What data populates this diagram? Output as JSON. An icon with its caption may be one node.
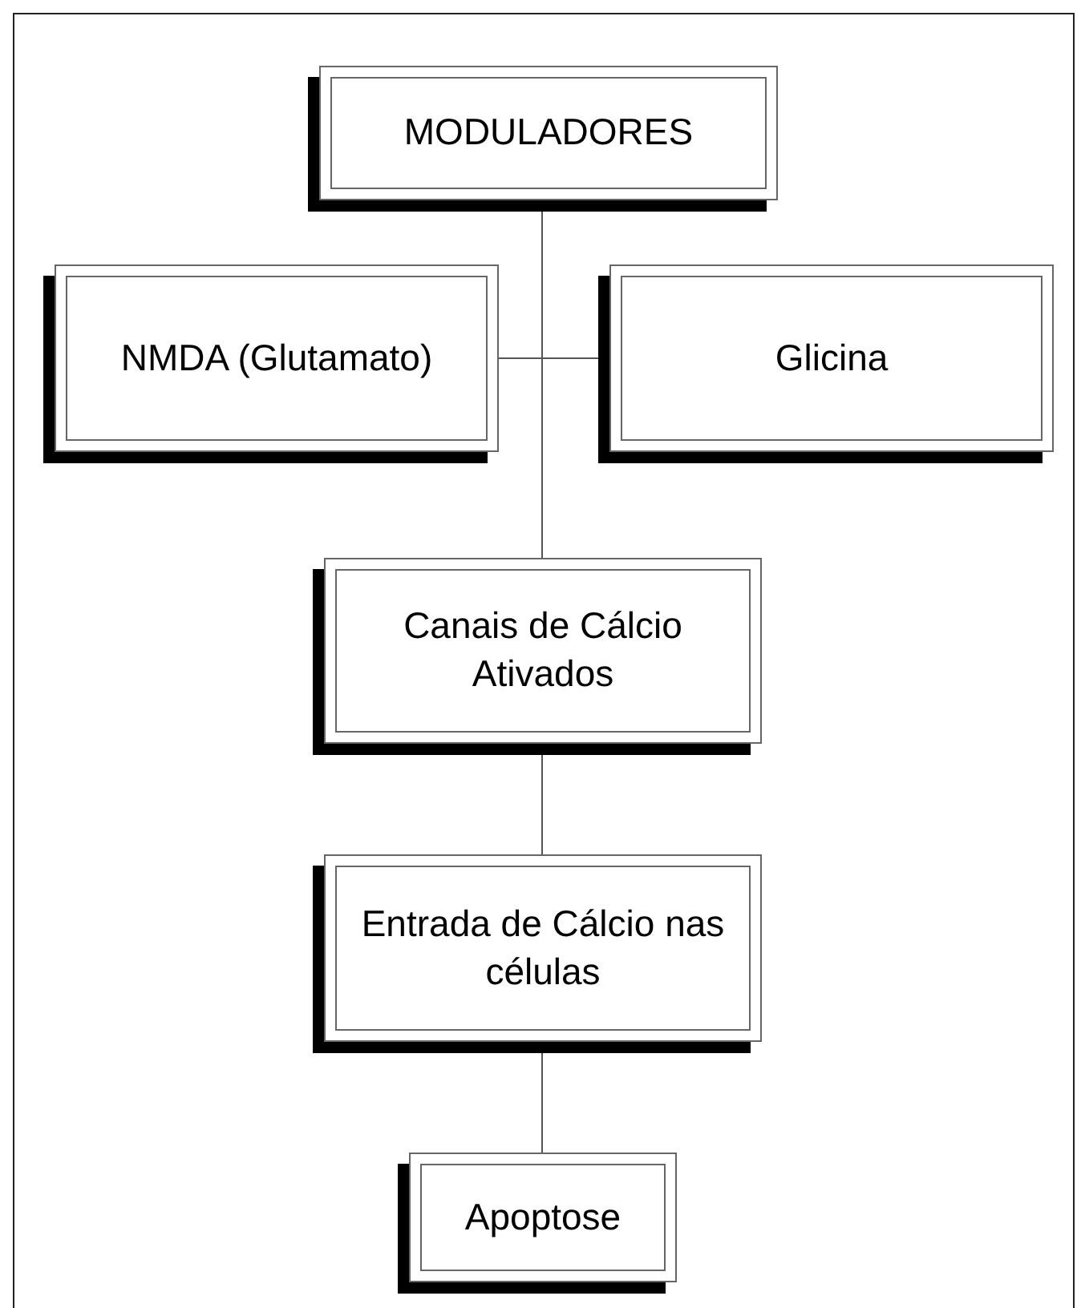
{
  "diagram": {
    "nodes": [
      {
        "text": [
          "MODULADORES"
        ]
      },
      {
        "text": [
          "NMDA (Glutamato)"
        ]
      },
      {
        "text": [
          "Glicina"
        ]
      },
      {
        "text": [
          "Canais de Cálcio Ativados"
        ]
      },
      {
        "text": [
          "Entrada de Cálcio nas células"
        ]
      },
      {
        "text": [
          "Apoptose"
        ]
      }
    ],
    "edges": [
      {
        "from": 0,
        "to": 1,
        "arrow": "none"
      },
      {
        "from": 0,
        "to": 2,
        "arrow": "none"
      },
      {
        "from": 0,
        "to": 3,
        "arrow": "none"
      },
      {
        "from": 3,
        "to": 4,
        "arrow": "none"
      },
      {
        "from": 4,
        "to": 5,
        "arrow": "none"
      }
    ]
  }
}
